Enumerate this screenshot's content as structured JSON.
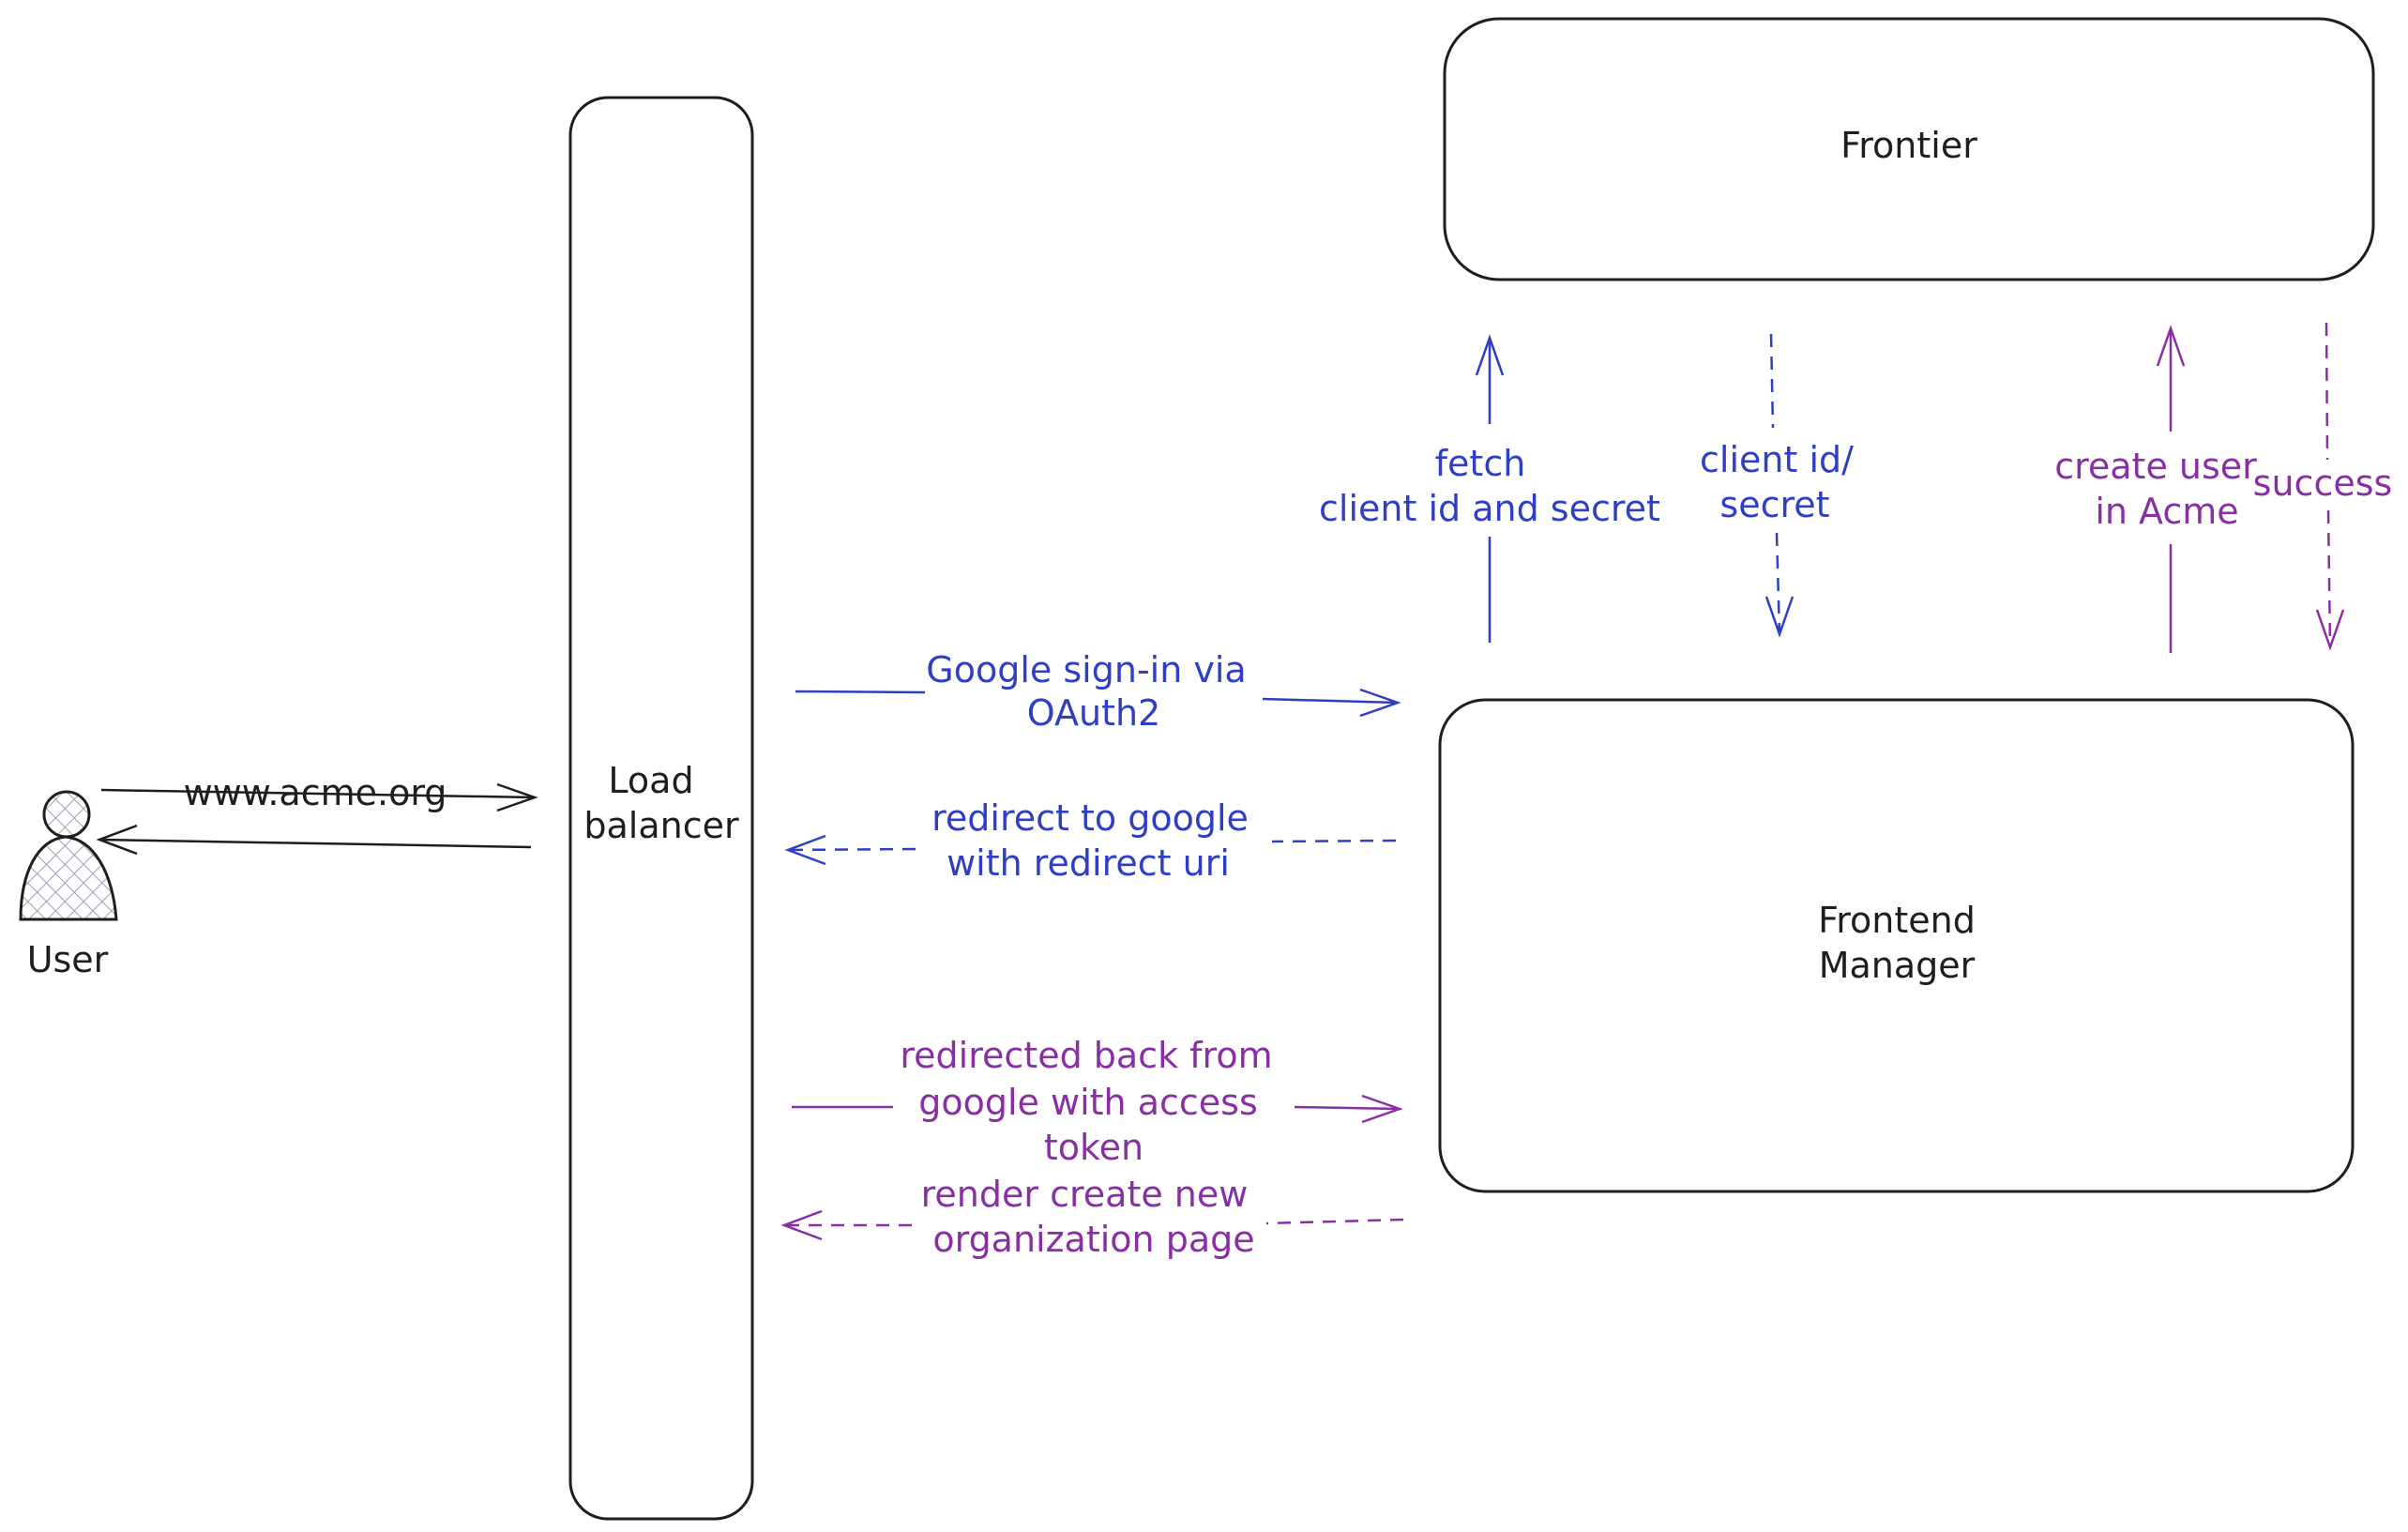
{
  "nodes": {
    "user": {
      "label": "User"
    },
    "load_balancer": {
      "label_lines": [
        "Load",
        "balancer"
      ]
    },
    "frontier": {
      "label": "Frontier"
    },
    "frontend_manager": {
      "label_lines": [
        "Frontend",
        "Manager"
      ]
    }
  },
  "edges": {
    "user_to_lb": {
      "label": "www.acme.org"
    },
    "google_signin": {
      "label_lines": [
        "Google sign-in via",
        "OAuth2"
      ]
    },
    "redirect_to_google": {
      "label_lines": [
        "redirect to google",
        "with redirect uri"
      ]
    },
    "redirected_back": {
      "label_lines": [
        "redirected back from",
        "google with access",
        "token"
      ]
    },
    "render_create_org": {
      "label_lines": [
        "render create new",
        "organization page"
      ]
    },
    "fetch_client": {
      "label_lines": [
        "fetch",
        "client id and secret"
      ]
    },
    "client_secret": {
      "label_lines": [
        "client id/",
        "secret"
      ]
    },
    "create_user": {
      "label_lines": [
        "create user",
        "in Acme"
      ]
    },
    "success": {
      "label": "success"
    }
  },
  "colors": {
    "ink": "#1e1e1e",
    "blue": "#2f3fc4",
    "purple": "#8a2ea6",
    "user_fill": "#c9ccd6"
  }
}
